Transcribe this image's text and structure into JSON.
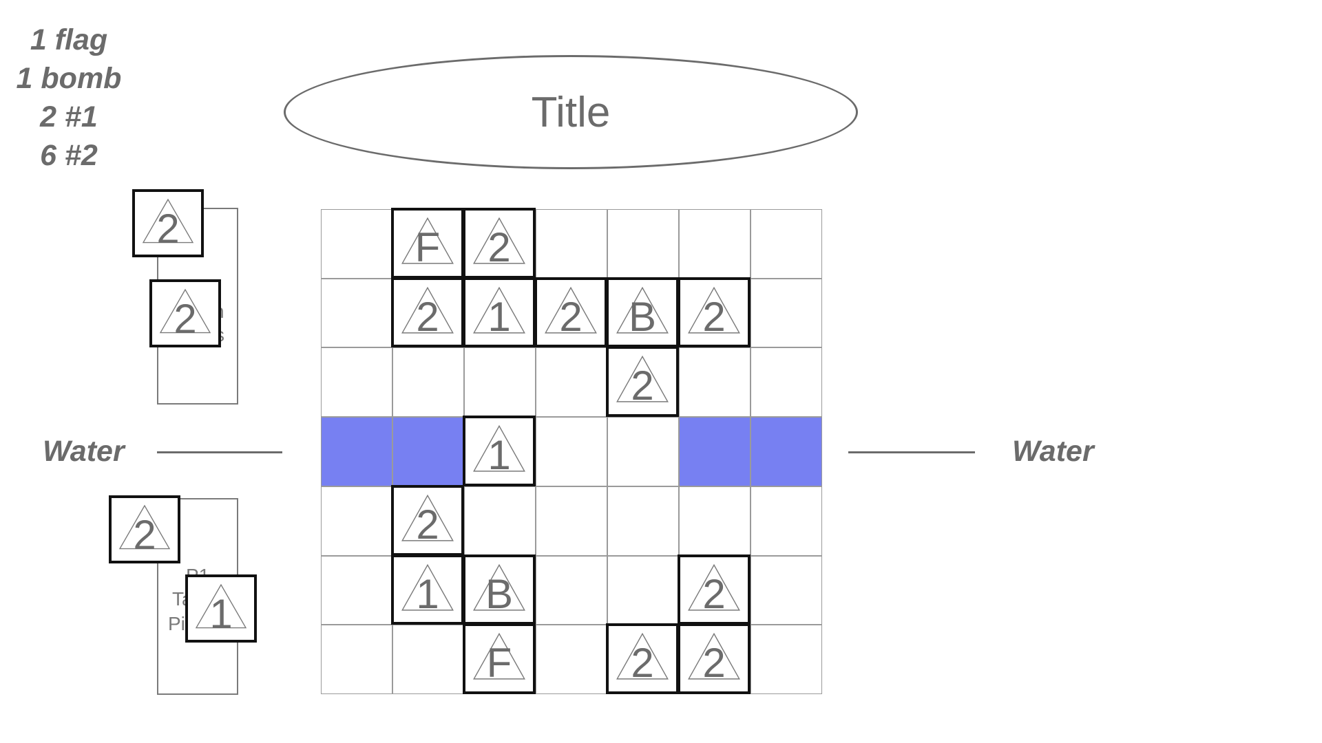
{
  "inventory": [
    "1 flag",
    "1 bomb",
    "2 #1",
    "6 #2"
  ],
  "title": "Title",
  "water_left": "Water",
  "water_right": "Water",
  "colors": {
    "water": "#7780f2",
    "piece_border": "#111111",
    "text": "#6b6b6b"
  },
  "board": {
    "rows": 7,
    "cols": 7,
    "water_cells": [
      [
        3,
        0
      ],
      [
        3,
        1
      ],
      [
        3,
        5
      ],
      [
        3,
        6
      ]
    ],
    "pieces": [
      {
        "row": 0,
        "col": 1,
        "label": "F"
      },
      {
        "row": 0,
        "col": 2,
        "label": "2"
      },
      {
        "row": 1,
        "col": 1,
        "label": "2"
      },
      {
        "row": 1,
        "col": 2,
        "label": "1"
      },
      {
        "row": 1,
        "col": 3,
        "label": "2"
      },
      {
        "row": 1,
        "col": 4,
        "label": "B"
      },
      {
        "row": 1,
        "col": 5,
        "label": "2"
      },
      {
        "row": 2,
        "col": 4,
        "label": "2"
      },
      {
        "row": 3,
        "col": 2,
        "label": "1"
      },
      {
        "row": 4,
        "col": 1,
        "label": "2"
      },
      {
        "row": 5,
        "col": 1,
        "label": "1"
      },
      {
        "row": 5,
        "col": 2,
        "label": "B"
      },
      {
        "row": 5,
        "col": 5,
        "label": "2"
      },
      {
        "row": 6,
        "col": 2,
        "label": "F"
      },
      {
        "row": 6,
        "col": 4,
        "label": "2"
      },
      {
        "row": 6,
        "col": 5,
        "label": "2"
      }
    ]
  },
  "tray_top": {
    "text_lines": [
      "n",
      "s"
    ],
    "pieces": [
      "2",
      "2"
    ]
  },
  "tray_bottom": {
    "text_lines": [
      "P1",
      "Ta",
      "Pi"
    ],
    "pieces": [
      "2",
      "1"
    ]
  }
}
